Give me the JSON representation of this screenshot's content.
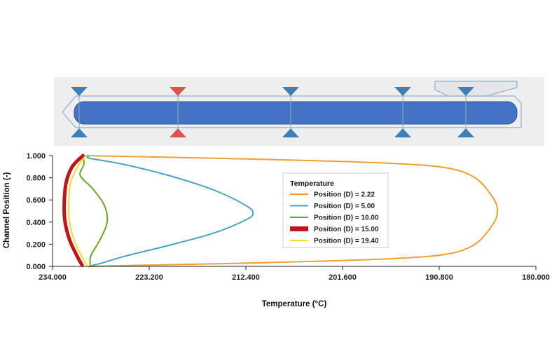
{
  "schematic": {
    "background": "#eeeeee",
    "channel_color": "#4472c4",
    "marker_color": "#3d7fb8",
    "marker_highlight_color": "#d9534f",
    "marker_count": 5,
    "highlighted_marker_index": 1
  },
  "chart_data": {
    "type": "line",
    "xlabel": "Temperature (°C)",
    "ylabel": "Channel Position (-)",
    "xlim": [
      234.0,
      180.0
    ],
    "ylim": [
      0.0,
      1.0
    ],
    "x_reversed": true,
    "x_ticks": [
      "234.000",
      "223.200",
      "212.400",
      "201.600",
      "190.800",
      "180.000"
    ],
    "y_ticks": [
      "0.000",
      "0.200",
      "0.400",
      "0.600",
      "0.800",
      "1.000"
    ],
    "grid": false,
    "legend": {
      "title": "Temperature",
      "placement": "upper-center"
    },
    "series": [
      {
        "name": "Position (D) = 2.22",
        "color": "#f0a030",
        "line_width": 2,
        "points": [
          [
            230.2,
            1.0
          ],
          [
            224.0,
            0.99
          ],
          [
            215.0,
            0.975
          ],
          [
            205.0,
            0.955
          ],
          [
            196.0,
            0.93
          ],
          [
            190.0,
            0.89
          ],
          [
            186.8,
            0.8
          ],
          [
            184.8,
            0.62
          ],
          [
            184.3,
            0.5
          ],
          [
            184.8,
            0.38
          ],
          [
            186.8,
            0.2
          ],
          [
            190.0,
            0.11
          ],
          [
            196.0,
            0.07
          ],
          [
            205.0,
            0.045
          ],
          [
            215.0,
            0.025
          ],
          [
            224.0,
            0.01
          ],
          [
            230.0,
            0.0
          ]
        ]
      },
      {
        "name": "Position (D) = 5.00",
        "color": "#4ba3c3",
        "line_width": 2,
        "points": [
          [
            230.0,
            0.99
          ],
          [
            229.8,
            0.975
          ],
          [
            226.0,
            0.92
          ],
          [
            221.0,
            0.82
          ],
          [
            216.0,
            0.69
          ],
          [
            212.4,
            0.55
          ],
          [
            211.6,
            0.48
          ],
          [
            212.4,
            0.42
          ],
          [
            216.0,
            0.3
          ],
          [
            221.0,
            0.19
          ],
          [
            226.0,
            0.09
          ],
          [
            228.5,
            0.03
          ],
          [
            229.5,
            0.01
          ]
        ]
      },
      {
        "name": "Position (D) = 10.00",
        "color": "#6fa324",
        "line_width": 2,
        "points": [
          [
            230.6,
            1.0
          ],
          [
            230.5,
            0.92
          ],
          [
            230.9,
            0.82
          ],
          [
            229.5,
            0.7
          ],
          [
            228.2,
            0.55
          ],
          [
            227.9,
            0.4
          ],
          [
            228.7,
            0.24
          ],
          [
            229.7,
            0.1
          ],
          [
            229.8,
            0.02
          ],
          [
            229.6,
            0.0
          ]
        ]
      },
      {
        "name": "Position (D) = 15.00",
        "color": "#c0151b",
        "line_width": 5,
        "points": [
          [
            230.6,
            1.0
          ],
          [
            231.8,
            0.9
          ],
          [
            232.5,
            0.75
          ],
          [
            232.7,
            0.55
          ],
          [
            232.6,
            0.4
          ],
          [
            232.1,
            0.24
          ],
          [
            231.3,
            0.1
          ],
          [
            230.7,
            0.01
          ]
        ]
      },
      {
        "name": "Position (D) = 19.40",
        "color": "#f2de2a",
        "line_width": 2,
        "points": [
          [
            230.3,
            1.0
          ],
          [
            231.2,
            0.9
          ],
          [
            232.0,
            0.75
          ],
          [
            232.2,
            0.55
          ],
          [
            232.1,
            0.4
          ],
          [
            231.6,
            0.24
          ],
          [
            230.8,
            0.1
          ],
          [
            230.2,
            0.01
          ]
        ]
      }
    ]
  }
}
